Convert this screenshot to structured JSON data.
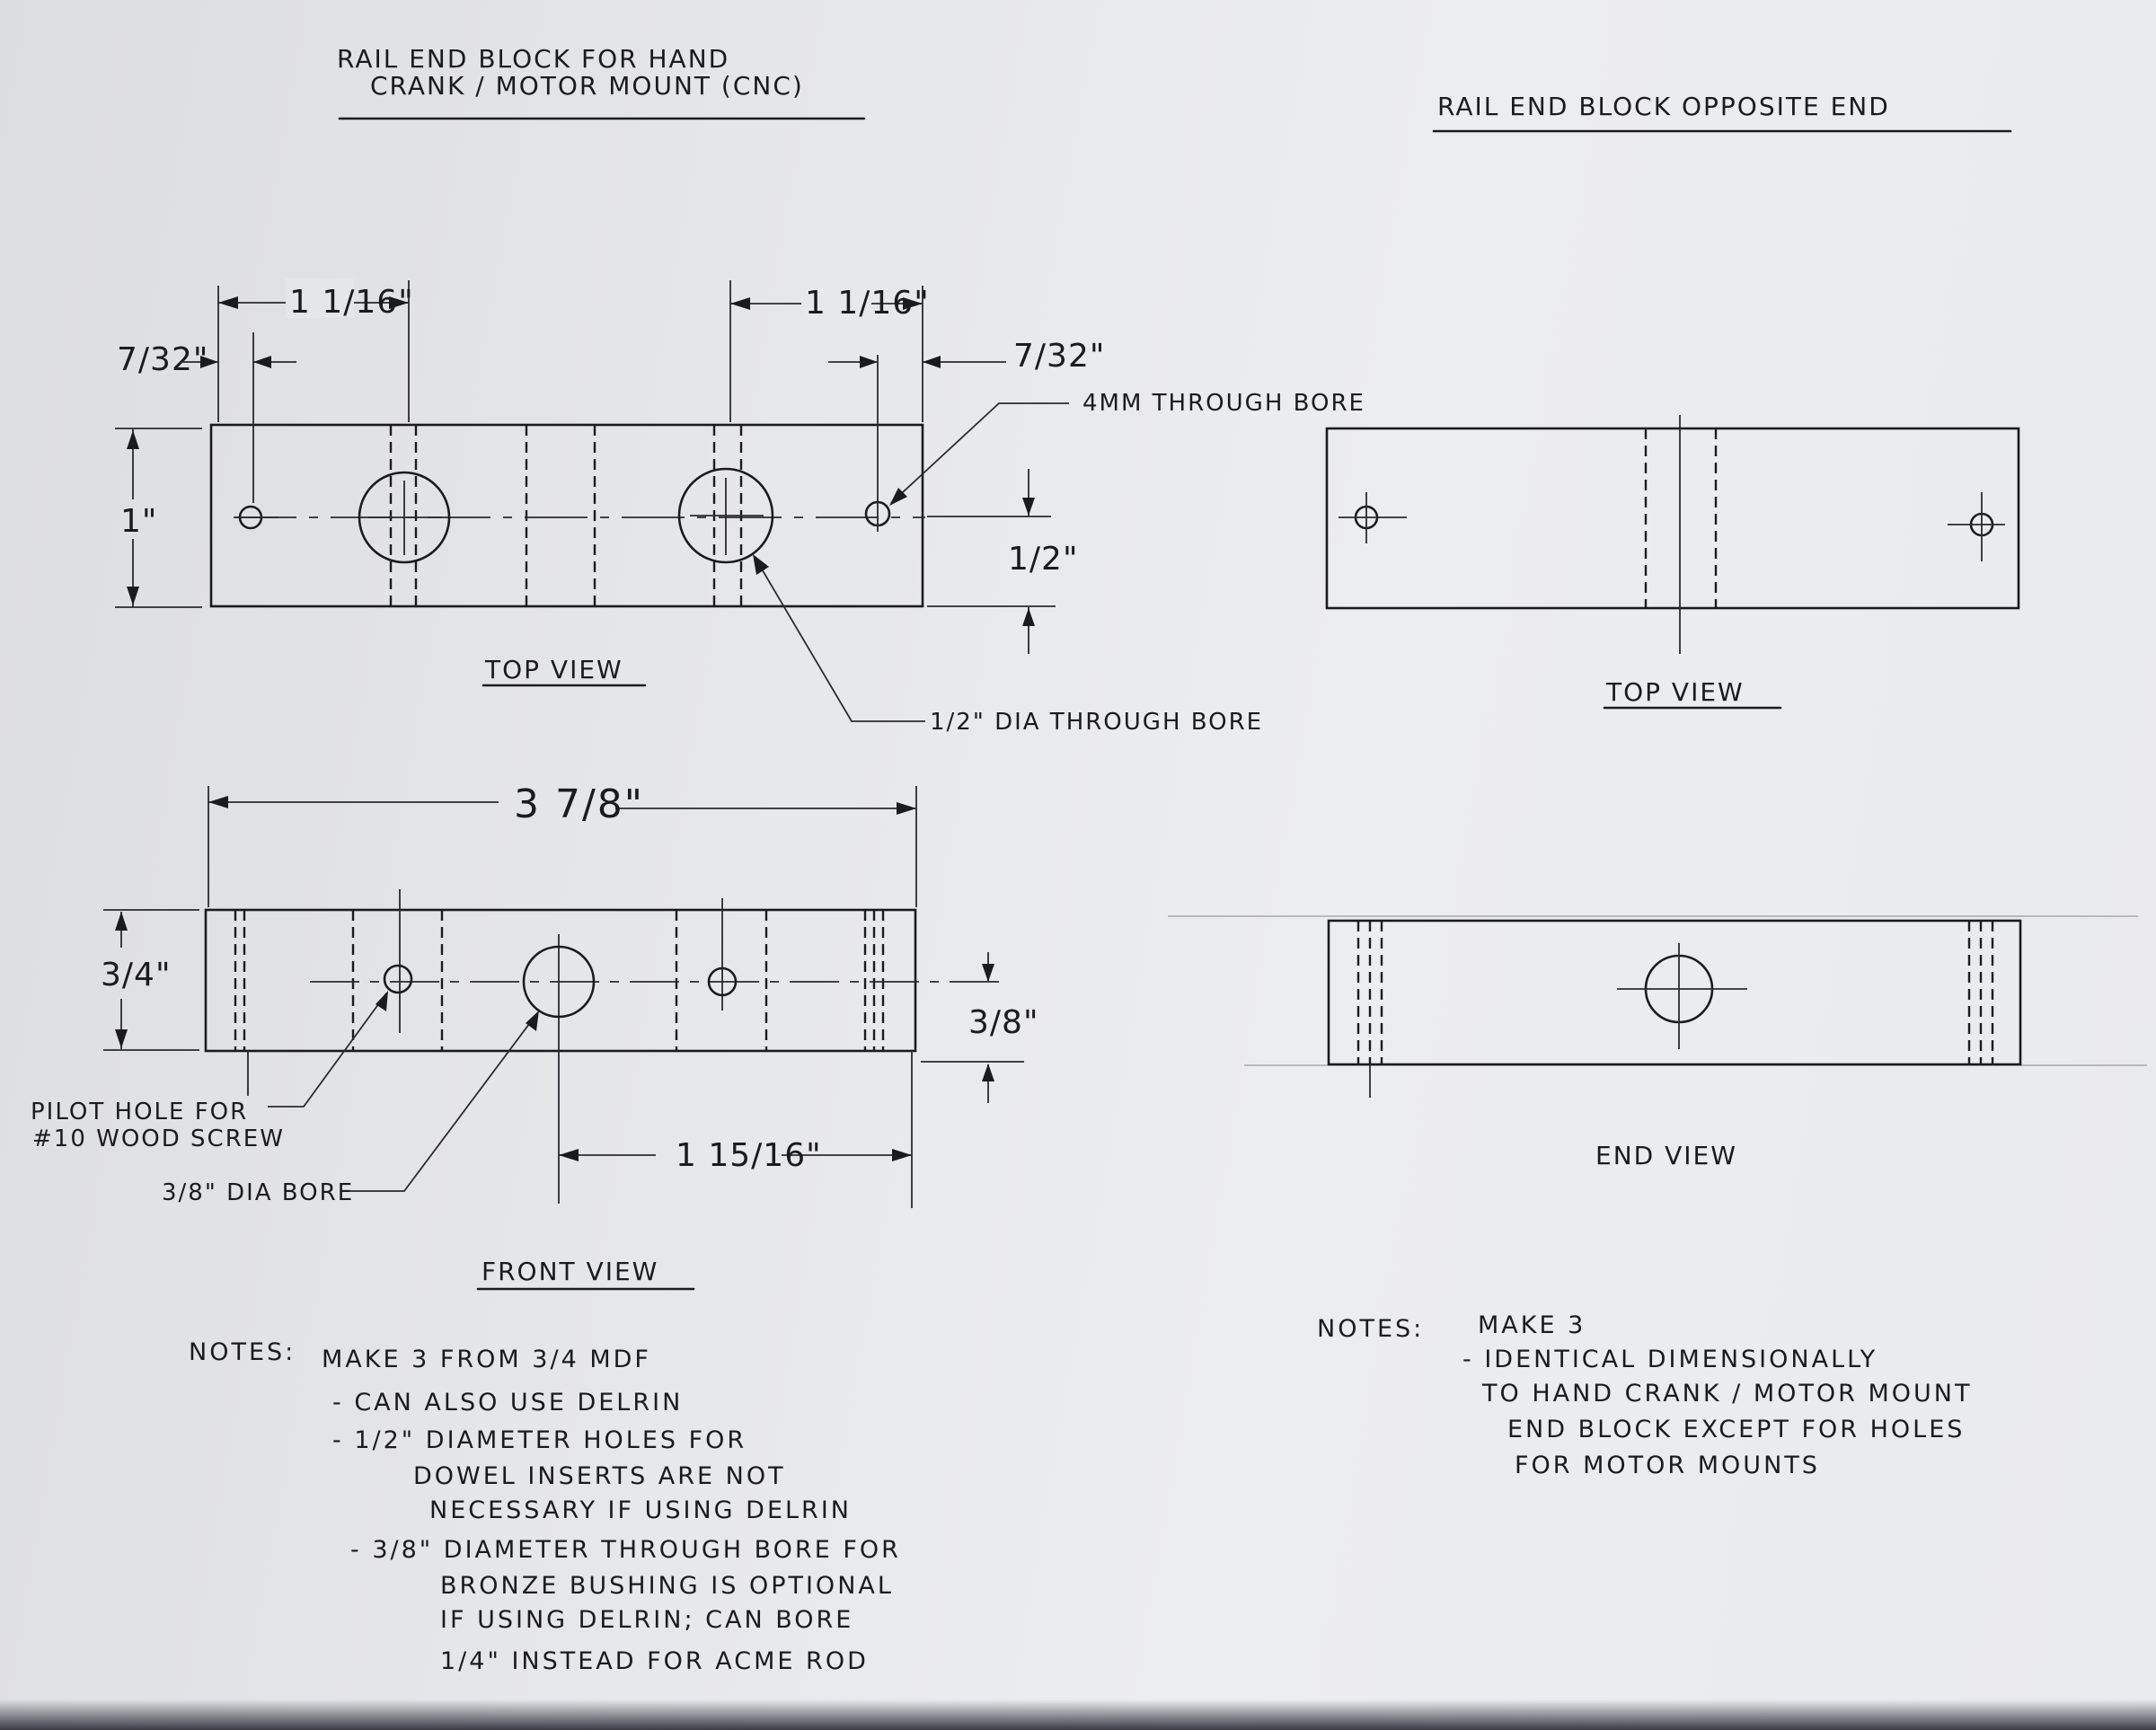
{
  "titles": {
    "left_line1": "RAIL END BLOCK FOR HAND",
    "left_line2": "CRANK / MOTOR MOUNT (CNC)",
    "right": "RAIL END BLOCK OPPOSITE END"
  },
  "view_labels": {
    "left_top": "TOP VIEW",
    "left_front": "FRONT VIEW",
    "right_top": "TOP VIEW",
    "right_end": "END VIEW"
  },
  "dimensions": {
    "left_spacing": "1 1/16\"",
    "right_spacing": "1 1/16\"",
    "left_edge": "7/32\"",
    "right_edge": "7/32\"",
    "height_top": "1\"",
    "half_height_top": "1/2\"",
    "overall_length": "3 7/8\"",
    "height_front": "3/4\"",
    "half_height_front": "3/8\"",
    "center_to_end": "1 15/16\""
  },
  "callouts": {
    "mm_bore": "4MM THROUGH BORE",
    "half_bore": "1/2\" DIA THROUGH BORE",
    "pilot_line1": "PILOT HOLE FOR",
    "pilot_line2": "#10 WOOD SCREW",
    "threeeighths_bore": "3/8\" DIA BORE"
  },
  "notes_left": {
    "header": "NOTES:",
    "lines": [
      "MAKE 3 FROM 3/4 MDF",
      "- CAN ALSO USE DELRIN",
      "- 1/2\" DIAMETER HOLES FOR",
      "DOWEL INSERTS ARE NOT",
      "NECESSARY IF USING DELRIN",
      "- 3/8\" DIAMETER THROUGH BORE FOR",
      "BRONZE BUSHING IS OPTIONAL",
      "IF USING DELRIN; CAN BORE",
      "1/4\" INSTEAD FOR ACME ROD"
    ]
  },
  "notes_right": {
    "header": "NOTES:",
    "lines": [
      "MAKE 3",
      "- IDENTICAL DIMENSIONALLY",
      "TO HAND CRANK / MOTOR MOUNT",
      "END BLOCK EXCEPT FOR HOLES",
      "FOR MOTOR MOUNTS"
    ]
  },
  "colors": {
    "ink": "#1b1b1f",
    "paper": "#e8e9ec"
  }
}
